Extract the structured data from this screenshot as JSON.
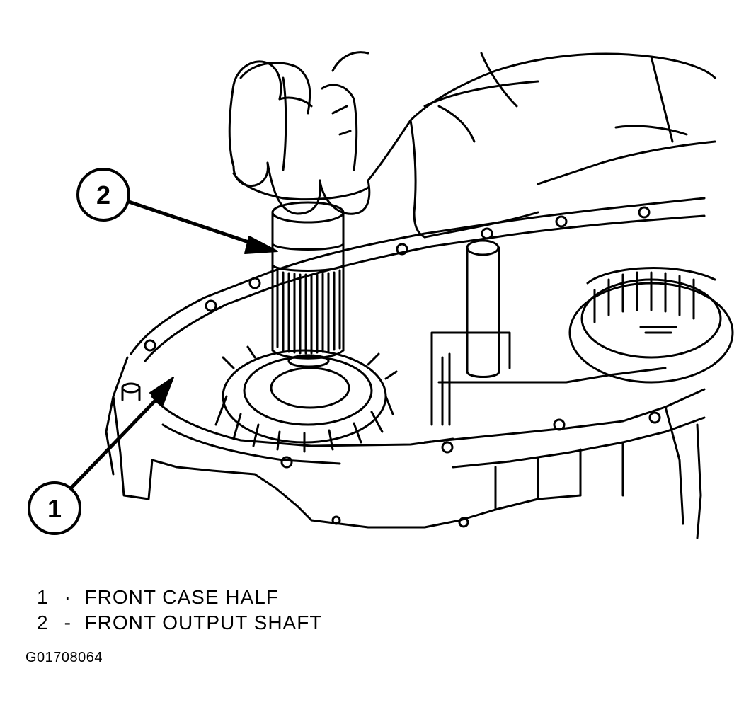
{
  "callouts": [
    {
      "number": "1",
      "label": "FRONT CASE HALF"
    },
    {
      "number": "2",
      "label": "FRONT OUTPUT SHAFT"
    }
  ],
  "legend_separators": [
    "·",
    "-"
  ],
  "figure_id": "G01708064"
}
